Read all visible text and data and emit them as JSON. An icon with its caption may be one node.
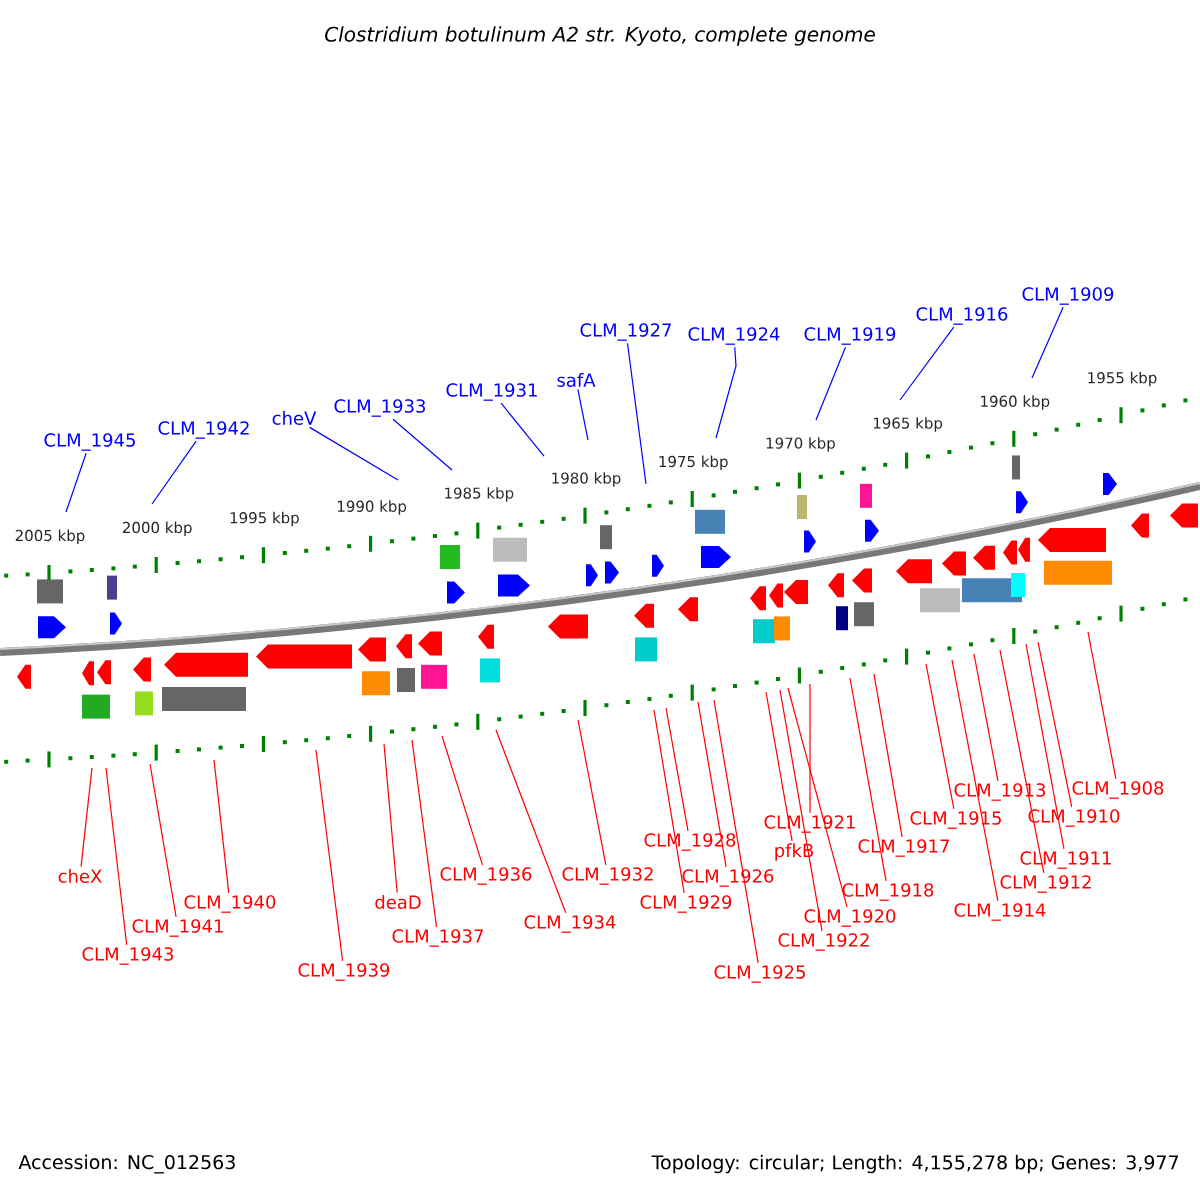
{
  "diagram": {
    "title": "Clostridium botulinum A2 str. Kyoto, complete genome",
    "nodes": [
      {
        "text": [
          "CLM_1945"
        ]
      },
      {
        "text": [
          "CLM_1942"
        ]
      },
      {
        "text": [
          "cheV"
        ]
      },
      {
        "text": [
          "CLM_1933"
        ]
      },
      {
        "text": [
          "CLM_1931"
        ]
      },
      {
        "text": [
          "safA"
        ]
      },
      {
        "text": [
          "CLM_1927"
        ]
      },
      {
        "text": [
          "CLM_1924"
        ]
      },
      {
        "text": [
          "CLM_1919"
        ]
      },
      {
        "text": [
          "CLM_1916"
        ]
      },
      {
        "text": [
          "CLM_1909"
        ]
      },
      {
        "text": [
          "cheX"
        ]
      },
      {
        "text": [
          "CLM_1943"
        ]
      },
      {
        "text": [
          "CLM_1941"
        ]
      },
      {
        "text": [
          "CLM_1940"
        ]
      },
      {
        "text": [
          "CLM_1939"
        ]
      },
      {
        "text": [
          "deaD"
        ]
      },
      {
        "text": [
          "CLM_1937"
        ]
      },
      {
        "text": [
          "CLM_1936"
        ]
      },
      {
        "text": [
          "CLM_1934"
        ]
      },
      {
        "text": [
          "CLM_1932"
        ]
      },
      {
        "text": [
          "CLM_1929"
        ]
      },
      {
        "text": [
          "CLM_1928"
        ]
      },
      {
        "text": [
          "CLM_1926"
        ]
      },
      {
        "text": [
          "CLM_1925"
        ]
      },
      {
        "text": [
          "pfkB"
        ]
      },
      {
        "text": [
          "CLM_1922"
        ]
      },
      {
        "text": [
          "CLM_1920"
        ]
      },
      {
        "text": [
          "CLM_1921"
        ]
      },
      {
        "text": [
          "CLM_1918"
        ]
      },
      {
        "text": [
          "CLM_1917"
        ]
      },
      {
        "text": [
          "CLM_1915"
        ]
      },
      {
        "text": [
          "CLM_1914"
        ]
      },
      {
        "text": [
          "CLM_1913"
        ]
      },
      {
        "text": [
          "CLM_1912"
        ]
      },
      {
        "text": [
          "CLM_1911"
        ]
      },
      {
        "text": [
          "CLM_1910"
        ]
      },
      {
        "text": [
          "CLM_1908"
        ]
      }
    ],
    "edges": [
      {
        "from": 0,
        "to": null,
        "arrow": "none",
        "color": "#0000ff"
      },
      {
        "from": 1,
        "to": null,
        "arrow": "none",
        "color": "#0000ff"
      },
      {
        "from": 2,
        "to": null,
        "arrow": "none",
        "color": "#0000ff"
      },
      {
        "from": 3,
        "to": null,
        "arrow": "none",
        "color": "#0000ff"
      },
      {
        "from": 4,
        "to": null,
        "arrow": "none",
        "color": "#0000ff"
      },
      {
        "from": 5,
        "to": null,
        "arrow": "none",
        "color": "#0000ff"
      },
      {
        "from": 6,
        "to": null,
        "arrow": "none",
        "color": "#0000ff"
      },
      {
        "from": 7,
        "to": null,
        "arrow": "none",
        "color": "#0000ff"
      },
      {
        "from": 8,
        "to": null,
        "arrow": "none",
        "color": "#0000ff"
      },
      {
        "from": 9,
        "to": null,
        "arrow": "none",
        "color": "#0000ff"
      },
      {
        "from": 10,
        "to": null,
        "arrow": "none",
        "color": "#0000ff"
      },
      {
        "from": 11,
        "to": null,
        "arrow": "none"
      },
      {
        "from": 12,
        "to": null,
        "arrow": "none"
      },
      {
        "from": 13,
        "to": null,
        "arrow": "none"
      },
      {
        "from": 14,
        "to": null,
        "arrow": "none"
      },
      {
        "from": 15,
        "to": null,
        "arrow": "none"
      },
      {
        "from": 16,
        "to": null,
        "arrow": "none"
      },
      {
        "from": 17,
        "to": null,
        "arrow": "none"
      },
      {
        "from": 18,
        "to": null,
        "arrow": "none"
      },
      {
        "from": 19,
        "to": null,
        "arrow": "none"
      },
      {
        "from": 20,
        "to": null,
        "arrow": "none"
      },
      {
        "from": 21,
        "to": null,
        "arrow": "none"
      },
      {
        "from": 22,
        "to": null,
        "arrow": "none"
      },
      {
        "from": 23,
        "to": null,
        "arrow": "none"
      },
      {
        "from": 24,
        "to": null,
        "arrow": "none"
      },
      {
        "from": 25,
        "to": null,
        "arrow": "none"
      },
      {
        "from": 26,
        "to": null,
        "arrow": "none"
      },
      {
        "from": 27,
        "to": null,
        "arrow": "none"
      },
      {
        "from": 28,
        "to": null,
        "arrow": "none"
      },
      {
        "from": 29,
        "to": null,
        "arrow": "none"
      },
      {
        "from": 30,
        "to": null,
        "arrow": "none"
      },
      {
        "from": 31,
        "to": null,
        "arrow": "none"
      },
      {
        "from": 32,
        "to": null,
        "arrow": "none"
      },
      {
        "from": 33,
        "to": null,
        "arrow": "none"
      },
      {
        "from": 34,
        "to": null,
        "arrow": "none"
      },
      {
        "from": 35,
        "to": null,
        "arrow": "none"
      },
      {
        "from": 36,
        "to": null,
        "arrow": "none"
      },
      {
        "from": 37,
        "to": null,
        "arrow": "none"
      }
    ],
    "labels": [
      "2005 kbp",
      "2000 kbp",
      "1995 kbp",
      "1990 kbp",
      "1985 kbp",
      "1980 kbp",
      "1975 kbp",
      "1970 kbp",
      "1965 kbp",
      "1960 kbp",
      "1955 kbp",
      "Accession: NC_012563",
      "Topology: circular; Length: 4,155,278 bp; Genes: 3,977"
    ]
  }
}
